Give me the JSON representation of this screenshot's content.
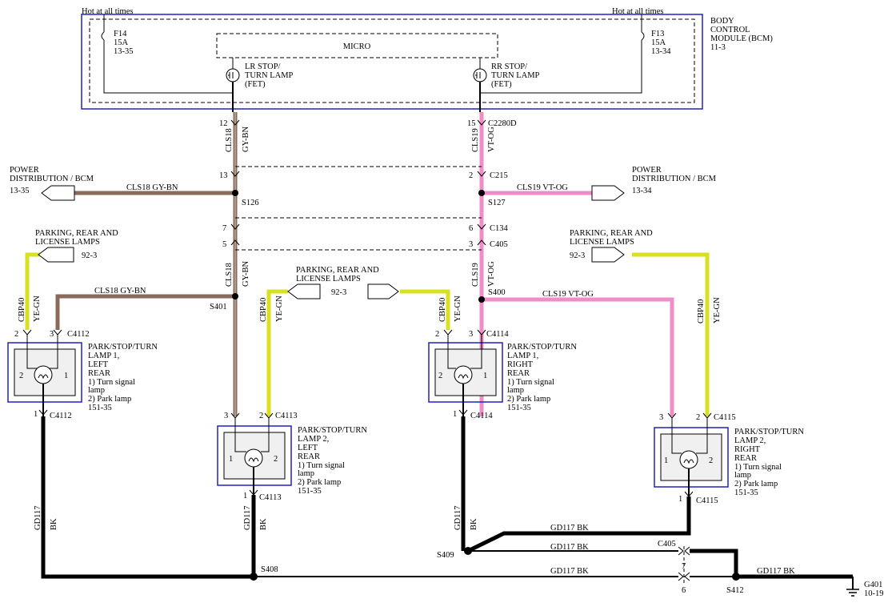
{
  "bcm": {
    "hot_left": "Hot at all times",
    "hot_right": "Hot at all times",
    "title": [
      "BODY",
      "CONTROL",
      "MODULE (BCM)",
      "11-3"
    ],
    "fuse_left": [
      "F14",
      "15A",
      "13-35"
    ],
    "fuse_right": [
      "F13",
      "15A",
      "13-34"
    ],
    "micro": "MICRO",
    "fet_left": [
      "LR STOP/",
      "TURN LAMP",
      "(FET)"
    ],
    "fet_right": [
      "RR STOP/",
      "TURN LAMP",
      "(FET)"
    ]
  },
  "pins": {
    "l12": "12",
    "l13": "13",
    "l7": "7",
    "l5": "5",
    "r15": "15",
    "r2": "2",
    "r6": "6",
    "r3": "3"
  },
  "connectors": {
    "c2280d": "C2280D",
    "c215": "C215",
    "c134": "C134",
    "c405": "C405",
    "c405b": "C405",
    "c4112a": "C4112",
    "c4112b": "C4112",
    "c4113a": "C4113",
    "c4113b": "C4113",
    "c4114a": "C4114",
    "c4114b": "C4114",
    "c4115a": "C4115",
    "c4115b": "C4115"
  },
  "splices": {
    "s126": "S126",
    "s127": "S127",
    "s401": "S401",
    "s400": "S400",
    "s408": "S408",
    "s409": "S409",
    "s412": "S412"
  },
  "wires": {
    "cls18": "CLS18",
    "gybn": "GY-BN",
    "cls19": "CLS19",
    "vtog": "VT-OG",
    "cbp40": "CBP40",
    "yegn": "YE-GN",
    "gd117": "GD117",
    "bk": "BK",
    "h_left_pd": "CLS18   GY-BN",
    "h_right_pd": "CLS19   VT-OG",
    "h_left_lamp": "CLS18   GY-BN",
    "h_right_lamp": "CLS19   VT-OG",
    "h_gd_a": "GD117   BK",
    "h_gd_b": "GD117   BK",
    "h_gd_c": "GD117   BK",
    "h_gd_d": "GD117   BK"
  },
  "refs": {
    "pd_left": [
      "POWER",
      "DISTRIBUTION / BCM",
      "13-35"
    ],
    "pd_right": [
      "POWER",
      "DISTRIBUTION / BCM",
      "13-34"
    ],
    "plr_left": [
      "PARKING, REAR AND",
      "LICENSE LAMPS"
    ],
    "plr_left_ref": "92-3",
    "plr_mid": [
      "PARKING, REAR AND",
      "LICENSE LAMPS"
    ],
    "plr_mid_ref": "92-3",
    "plr_right": [
      "PARKING, REAR AND",
      "LICENSE LAMPS"
    ],
    "plr_right_ref": "92-3"
  },
  "lamps": {
    "l1_left": [
      "PARK/STOP/TURN",
      "LAMP 1,",
      "LEFT",
      "REAR",
      "1) Turn signal",
      "lamp",
      "2) Park lamp",
      "151-35"
    ],
    "l1_right": [
      "PARK/STOP/TURN",
      "LAMP 1,",
      "RIGHT",
      "REAR",
      "1) Turn signal",
      "lamp",
      "2) Park lamp",
      "151-35"
    ],
    "l2_left": [
      "PARK/STOP/TURN",
      "LAMP 2,",
      "LEFT",
      "REAR",
      "1) Turn signal",
      "lamp",
      "2) Park lamp",
      "151-35"
    ],
    "l2_right": [
      "PARK/STOP/TURN",
      "LAMP 2,",
      "RIGHT",
      "REAR",
      "1) Turn signal",
      "lamp",
      "2) Park lamp",
      "151-35"
    ]
  },
  "lamp_pins": {
    "one": "1",
    "two": "2",
    "three": "3"
  },
  "ground": {
    "g401": "G401",
    "ref": "10-19"
  },
  "colors": {
    "gray_brown": "#8a6a5a",
    "violet_orange": "#f08cc8",
    "yellow_green": "#d8e020",
    "black": "#000000",
    "module_border": "#2020c0"
  }
}
